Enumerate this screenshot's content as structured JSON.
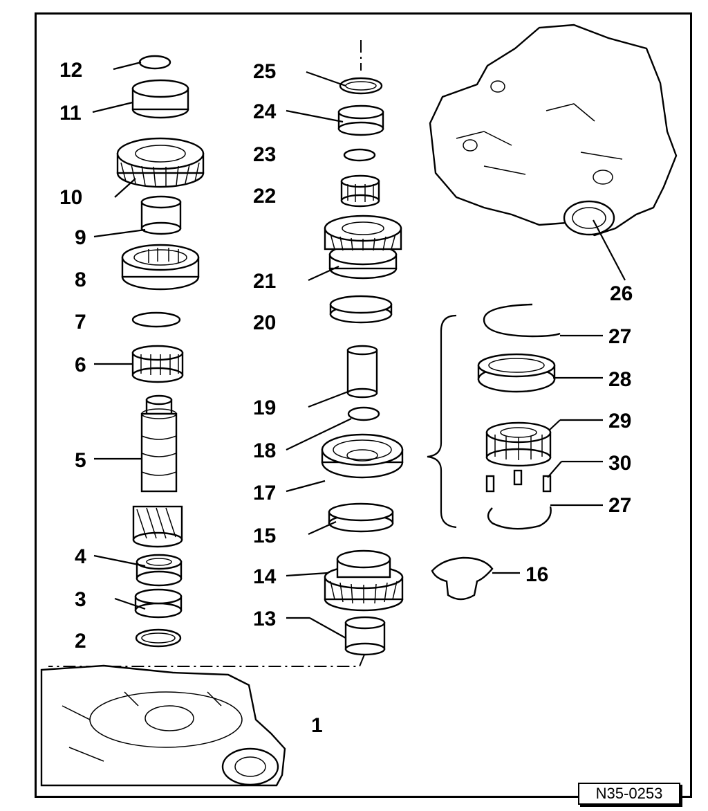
{
  "figure_code": "N35-0253",
  "labels": {
    "l1": "1",
    "l2": "2",
    "l3": "3",
    "l4": "4",
    "l5": "5",
    "l6": "6",
    "l7": "7",
    "l8": "8",
    "l9": "9",
    "l10": "10",
    "l11": "11",
    "l12": "12",
    "l13": "13",
    "l14": "14",
    "l15": "15",
    "l16": "16",
    "l17": "17",
    "l18": "18",
    "l19": "19",
    "l20": "20",
    "l21": "21",
    "l22": "22",
    "l23": "23",
    "l24": "24",
    "l25": "25",
    "l26": "26",
    "l27a": "27",
    "l28": "28",
    "l29": "29",
    "l30": "30",
    "l27b": "27"
  }
}
